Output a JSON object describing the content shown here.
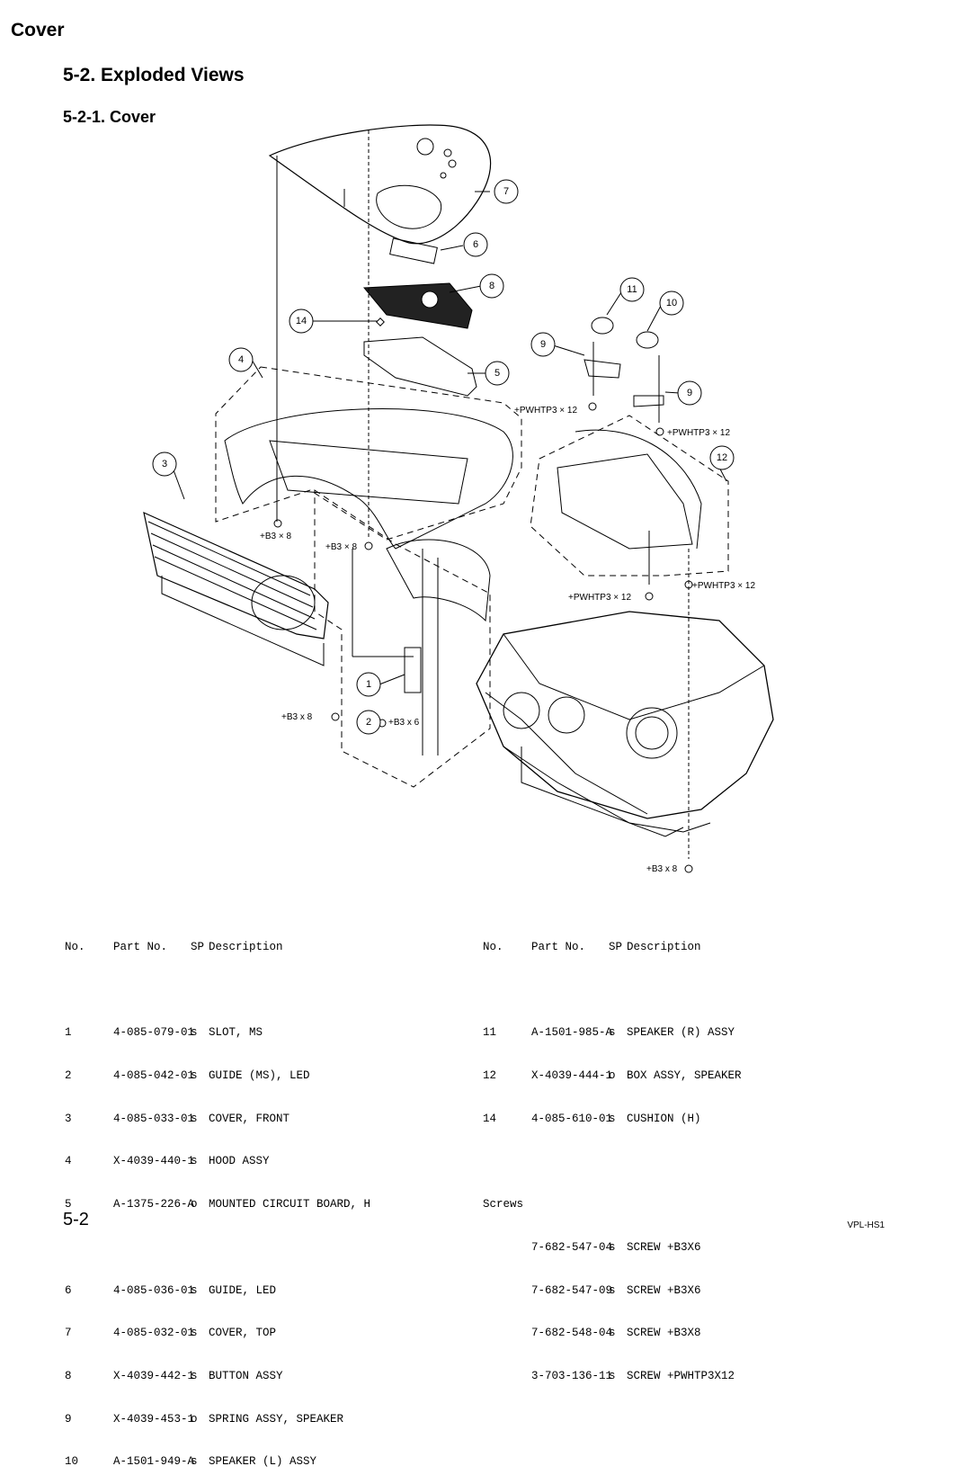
{
  "header": {
    "section": "Cover",
    "title": "5-2.  Exploded Views",
    "subtitle": "5-2-1.  Cover"
  },
  "callouts": [
    "7",
    "6",
    "8",
    "14",
    "4",
    "5",
    "3",
    "11",
    "10",
    "9",
    "9",
    "12",
    "1",
    "2"
  ],
  "screw_labels": {
    "pw1": "+PWHTP3 × 12",
    "pw2": "+PWHTP3 × 12",
    "pw3": "+PWHTP3 × 12",
    "pw4": "+PWHTP3 × 12",
    "b1": "+B3 × 8",
    "b2": "+B3 × 8",
    "b3": "+B3 x 8",
    "b4": "+B3 x 6",
    "b5": "+B3 x 8"
  },
  "parts_header": {
    "no": "No.",
    "part_no": "Part No.",
    "sp": "SP",
    "desc": "Description"
  },
  "parts_left": [
    {
      "no": "1",
      "part_no": "4-085-079-01",
      "sp": "s",
      "desc": "SLOT, MS"
    },
    {
      "no": "2",
      "part_no": "4-085-042-01",
      "sp": "s",
      "desc": "GUIDE (MS), LED"
    },
    {
      "no": "3",
      "part_no": "4-085-033-01",
      "sp": "s",
      "desc": "COVER, FRONT"
    },
    {
      "no": "4",
      "part_no": "X-4039-440-1",
      "sp": "s",
      "desc": "HOOD ASSY"
    },
    {
      "no": "5",
      "part_no": "A-1375-226-A",
      "sp": "o",
      "desc": "MOUNTED CIRCUIT BOARD, H"
    },
    {
      "no": "6",
      "part_no": "4-085-036-01",
      "sp": "s",
      "desc": "GUIDE, LED"
    },
    {
      "no": "7",
      "part_no": "4-085-032-01",
      "sp": "s",
      "desc": "COVER, TOP"
    },
    {
      "no": "8",
      "part_no": "X-4039-442-1",
      "sp": "s",
      "desc": "BUTTON ASSY"
    },
    {
      "no": "9",
      "part_no": "X-4039-453-1",
      "sp": "o",
      "desc": "SPRING ASSY, SPEAKER"
    },
    {
      "no": "10",
      "part_no": "A-1501-949-A",
      "sp": "s",
      "desc": "SPEAKER (L) ASSY"
    }
  ],
  "parts_right": [
    {
      "no": "11",
      "part_no": "A-1501-985-A",
      "sp": "s",
      "desc": "SPEAKER (R) ASSY"
    },
    {
      "no": "12",
      "part_no": "X-4039-444-1",
      "sp": "o",
      "desc": "BOX ASSY, SPEAKER"
    },
    {
      "no": "14",
      "part_no": "4-085-610-01",
      "sp": "s",
      "desc": "CUSHION (H)"
    }
  ],
  "screws_title": "Screws",
  "screws": [
    {
      "part_no": "7-682-547-04",
      "sp": "s",
      "desc": "SCREW +B3X6"
    },
    {
      "part_no": "7-682-547-09",
      "sp": "s",
      "desc": "SCREW +B3X6"
    },
    {
      "part_no": "7-682-548-04",
      "sp": "s",
      "desc": "SCREW +B3X8"
    },
    {
      "part_no": "3-703-136-11",
      "sp": "s",
      "desc": "SCREW +PWHTP3X12"
    }
  ],
  "footer": {
    "page": "5-2",
    "model": "VPL-HS1"
  }
}
